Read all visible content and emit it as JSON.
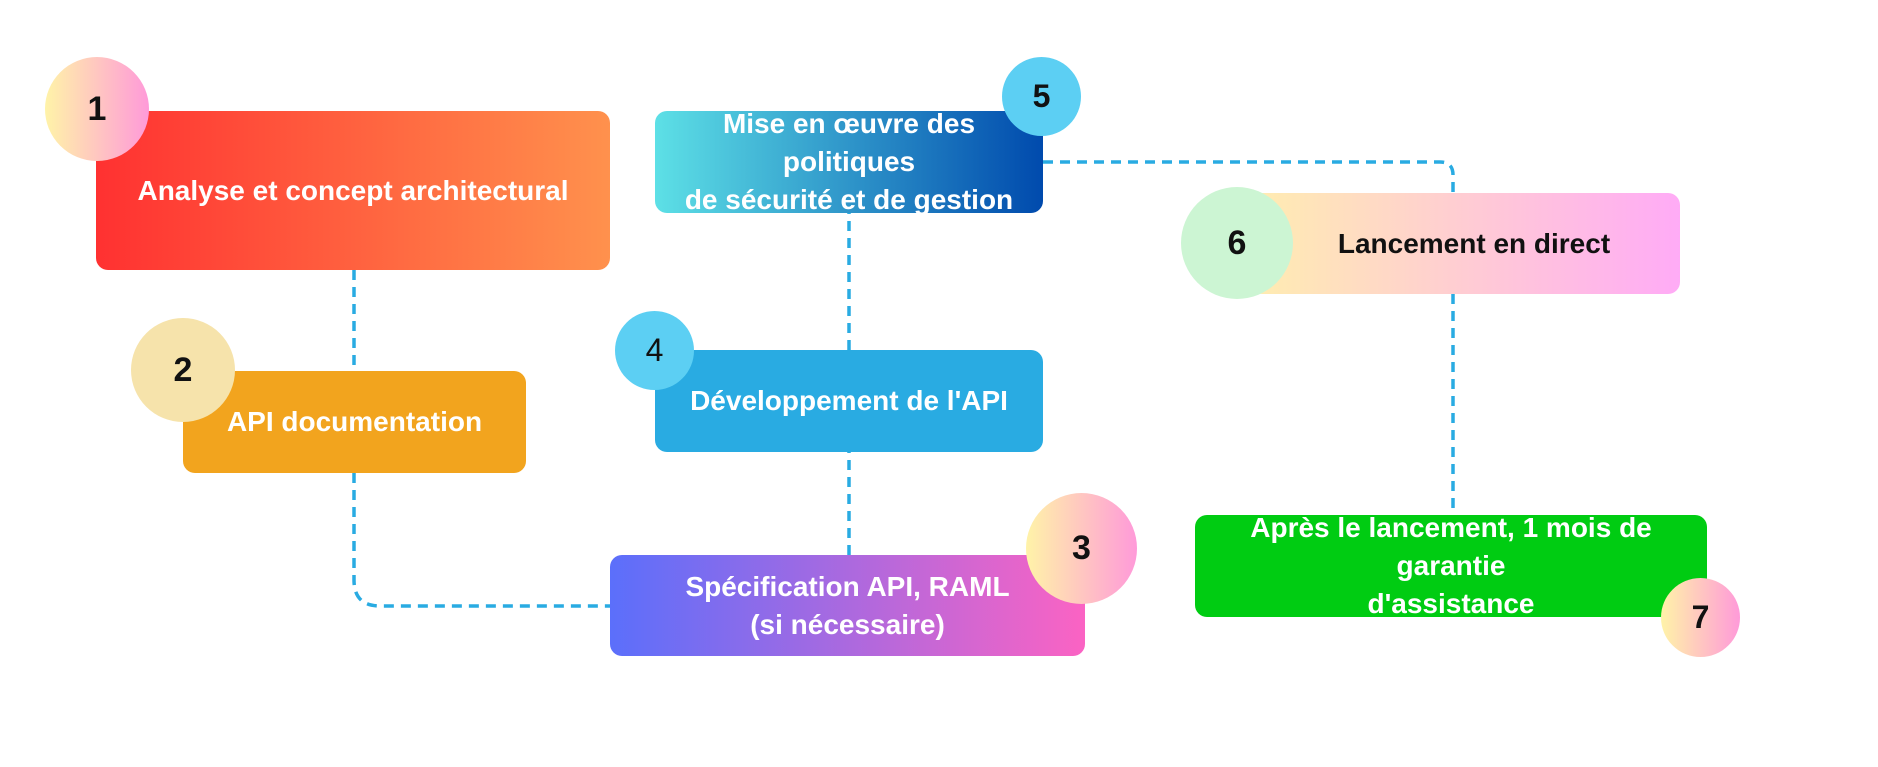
{
  "steps": [
    {
      "number": "1",
      "label": "Analyse et concept architectural"
    },
    {
      "number": "2",
      "label": "API documentation"
    },
    {
      "number": "3",
      "label": "Spécification API, RAML\n(si nécessaire)"
    },
    {
      "number": "4",
      "label": "Développement de l'API"
    },
    {
      "number": "5",
      "label": "Mise en œuvre des politiques\nde sécurité et de gestion"
    },
    {
      "number": "6",
      "label": "Lancement en direct"
    },
    {
      "number": "7",
      "label": "Après le lancement, 1 mois de garantie\nd'assistance"
    }
  ],
  "colors": {
    "connector": "#29abe2",
    "step1": [
      "#ff3131",
      "#ff914d"
    ],
    "step2": "#f2a41e",
    "step3": [
      "#5b6ffb",
      "#fb63c3"
    ],
    "step4": "#29abe2",
    "step5": [
      "#5de0e6",
      "#004aad"
    ],
    "step6": [
      "#ffedb0",
      "#ffabf6"
    ],
    "step7": "#00cc12"
  }
}
